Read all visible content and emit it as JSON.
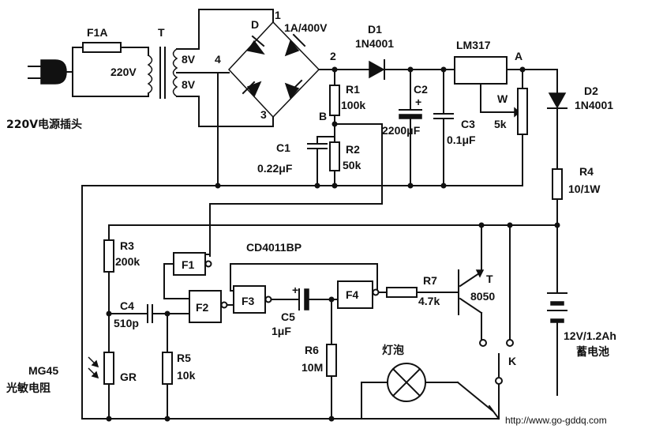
{
  "labels": {
    "fuse": "F1A",
    "transformer": "T",
    "primary_voltage": "220V",
    "secondary_top": "8V",
    "secondary_bottom": "8V",
    "plug_caption": "220V电源插头",
    "bridge_diode": "D",
    "bridge_rating": "1A/400V",
    "node1": "1",
    "node2": "2",
    "node3": "3",
    "node4": "4",
    "nodeA": "A",
    "nodeB": "B",
    "d1_name": "D1",
    "d1_part": "1N4001",
    "regulator": "LM317",
    "d2_name": "D2",
    "d2_part": "1N4001",
    "r1_name": "R1",
    "r1_value": "100k",
    "r2_name": "R2",
    "r2_value": "50k",
    "c1_name": "C1",
    "c1_value": "0.22μF",
    "c2_name": "C2",
    "c2_polarity": "+",
    "c2_value": "2200μF",
    "c3_name": "C3",
    "c3_value": "0.1μF",
    "pot_name": "W",
    "pot_value": "5k",
    "r4_name": "R4",
    "r4_value": "10/1W",
    "ic": "CD4011BP",
    "r3_name": "R3",
    "r3_value": "200k",
    "gate1": "F1",
    "gate2": "F2",
    "gate3": "F3",
    "gate4": "F4",
    "c4_name": "C4",
    "c4_value": "510p",
    "c5_polarity": "+",
    "c5_name": "C5",
    "c5_value": "1μF",
    "r7_name": "R7",
    "r7_value": "4.7k",
    "transistor_name": "T",
    "transistor_part": "8050",
    "r5_name": "R5",
    "r5_value": "10k",
    "r6_name": "R6",
    "r6_value": "10M",
    "ldr_model": "MG45",
    "ldr_caption": "光敏电阻",
    "ldr_name": "GR",
    "lamp": "灯泡",
    "switch": "K",
    "battery_spec": "12V/1.2Ah",
    "battery_caption": "蓄电池",
    "watermark": "http://www.go-gddq.com"
  }
}
